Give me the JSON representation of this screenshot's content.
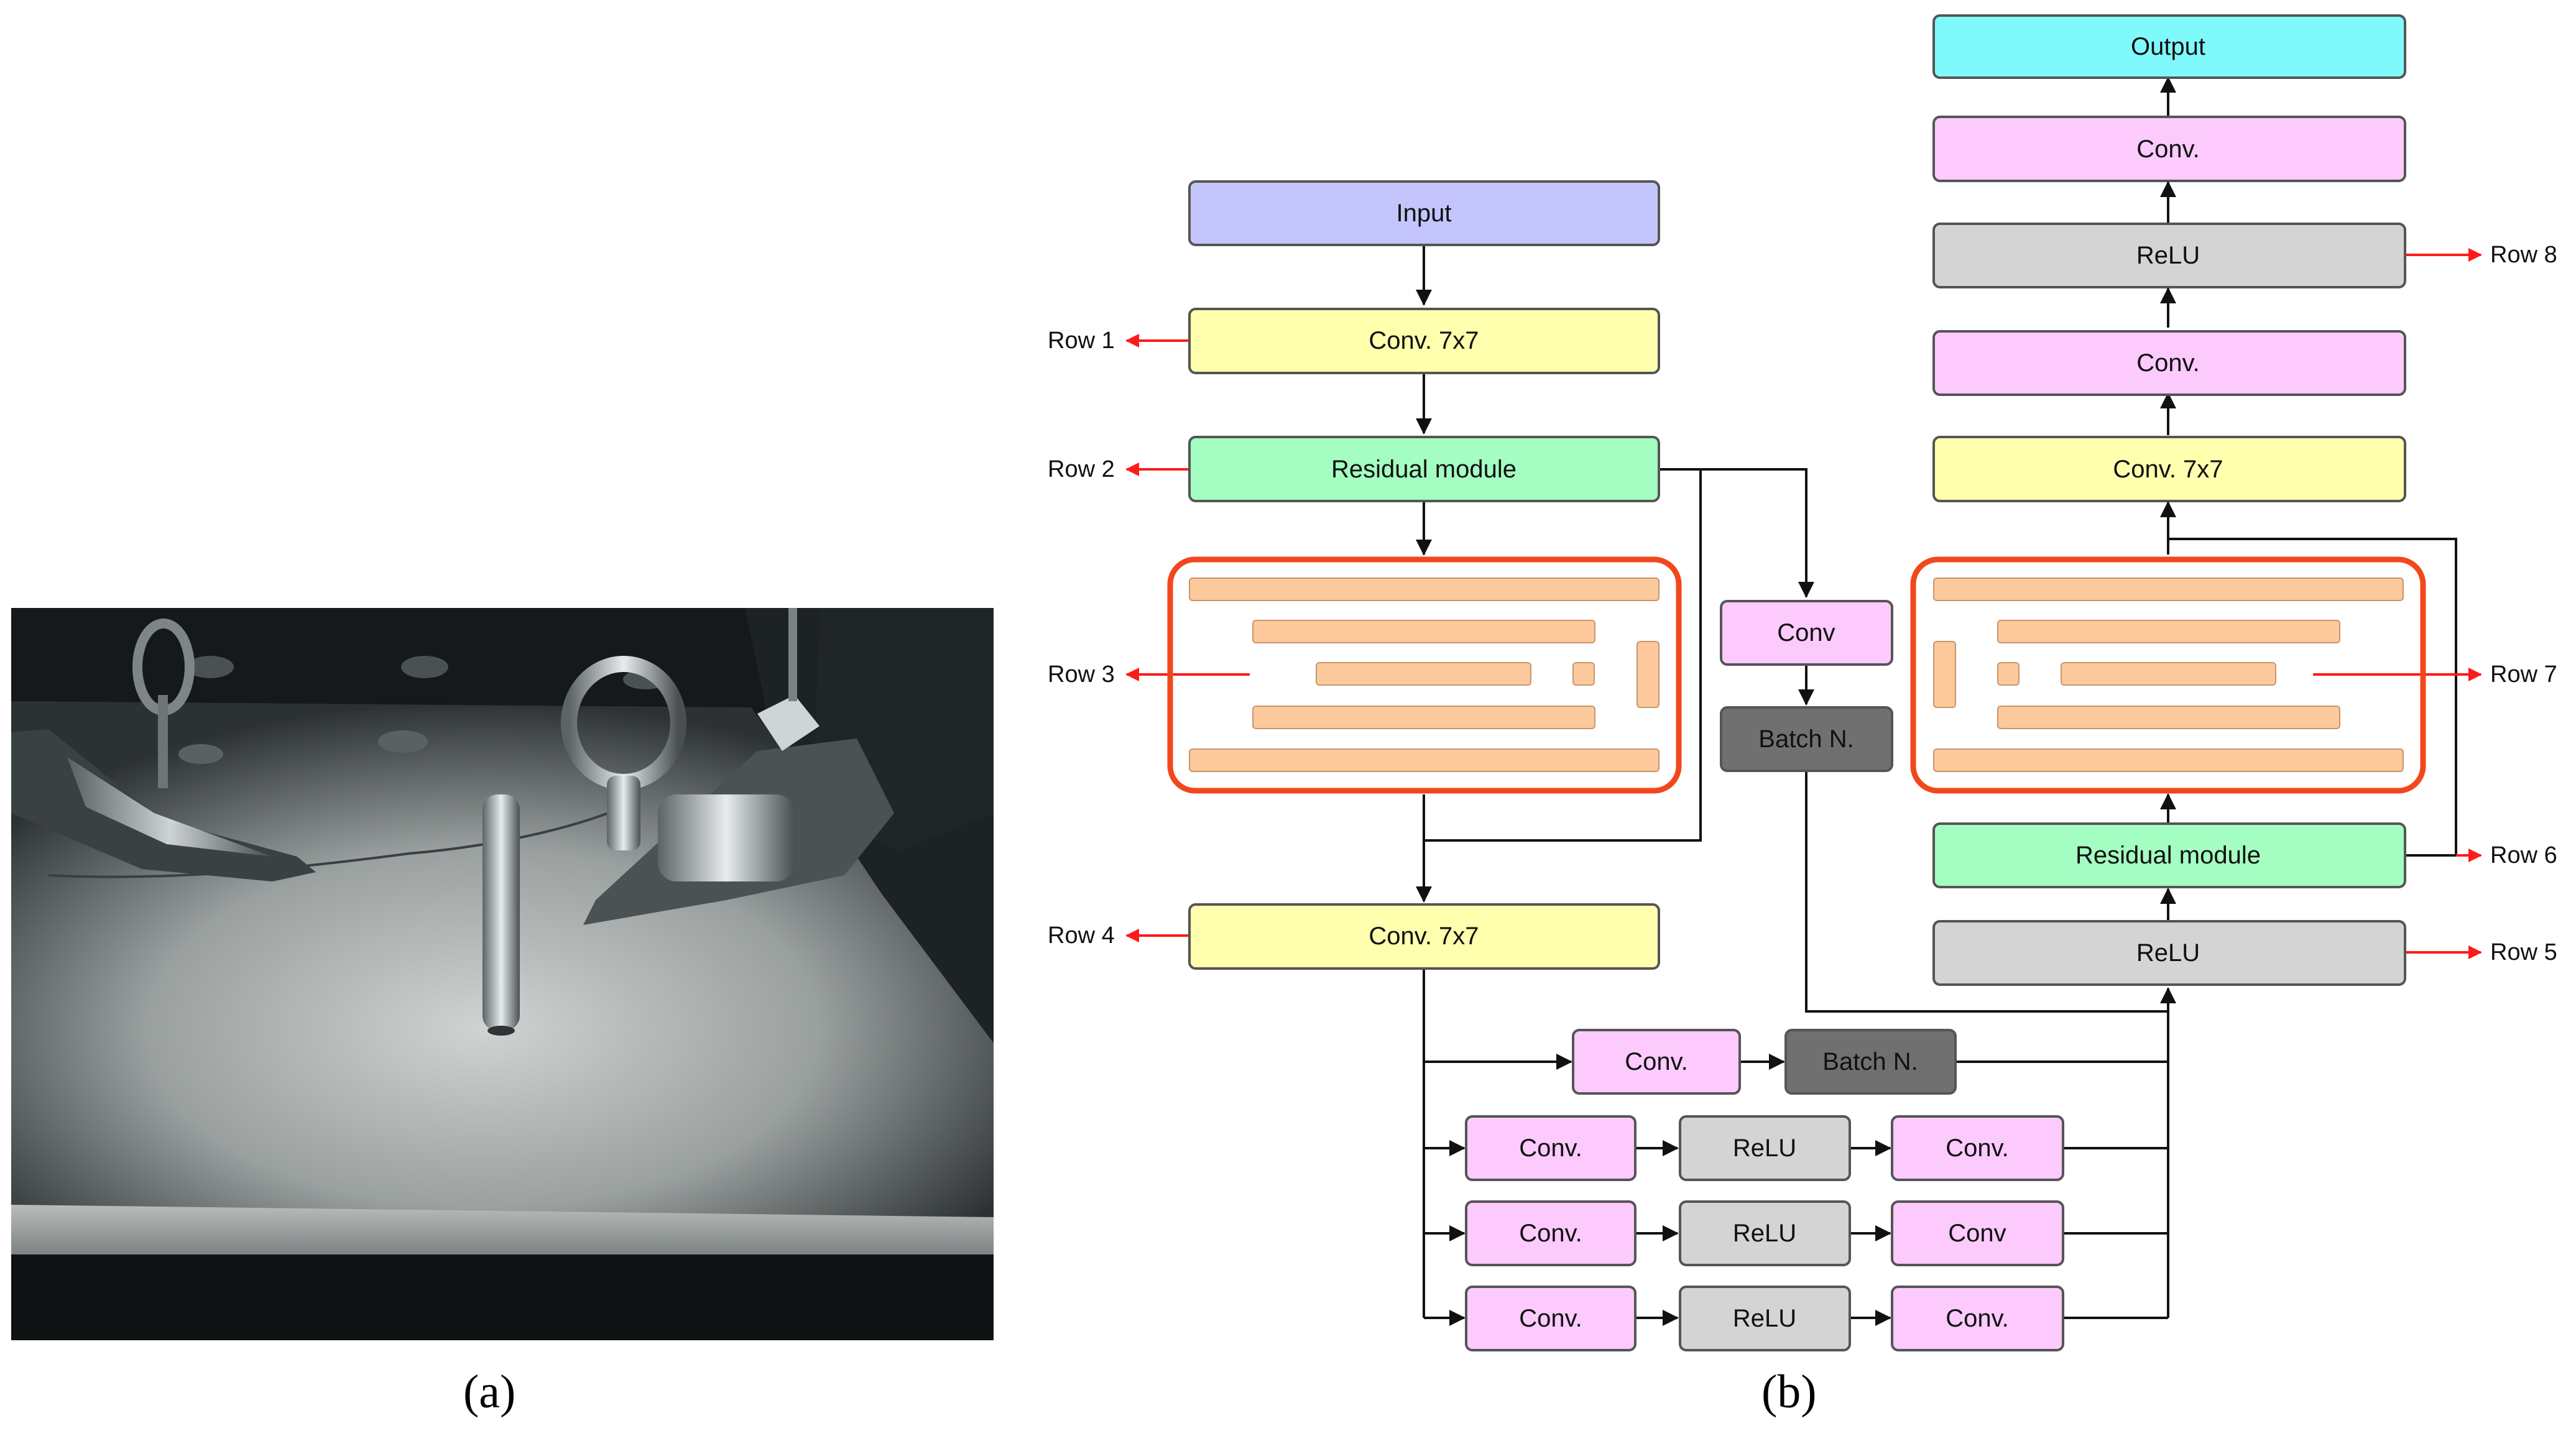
{
  "captions": {
    "a": "(a)",
    "b": "(b)"
  },
  "colors": {
    "input": "#c5c5fd",
    "conv7": "#ffffad",
    "residual": "#a4fdc1",
    "conv": "#fccafc",
    "relu": "#d4d4d4",
    "batchnorm": "#707070",
    "output": "#80f9fd",
    "group_border": "#f2471d",
    "bar": "#fcc99c",
    "row_arrow": "#ff1a1a"
  },
  "blocks": {
    "input": "Input",
    "conv7_row1": "Conv. 7x7",
    "residual_row2": "Residual module",
    "skip_conv": "Conv",
    "skip_bn": "Batch N.",
    "conv7_row4": "Conv. 7x7",
    "branch_conv": "Conv.",
    "branch_bn": "Batch N.",
    "b1_conv_a": "Conv.",
    "b1_relu": "ReLU",
    "b1_conv_b": "Conv.",
    "b2_conv_a": "Conv.",
    "b2_relu": "ReLU",
    "b2_conv_b": "Conv",
    "b3_conv_a": "Conv.",
    "b3_relu": "ReLU",
    "b3_conv_b": "Conv.",
    "relu_row5": "ReLU",
    "residual_row6": "Residual module",
    "conv7_right": "Conv. 7x7",
    "conv_right_1": "Conv.",
    "relu_row8": "ReLU",
    "conv_right_2": "Conv.",
    "output": "Output"
  },
  "rows": {
    "r1": "Row 1",
    "r2": "Row 2",
    "r3": "Row 3",
    "r4": "Row 4",
    "r5": "Row 5",
    "r6": "Row 6",
    "r7": "Row 7",
    "r8": "Row 8"
  }
}
